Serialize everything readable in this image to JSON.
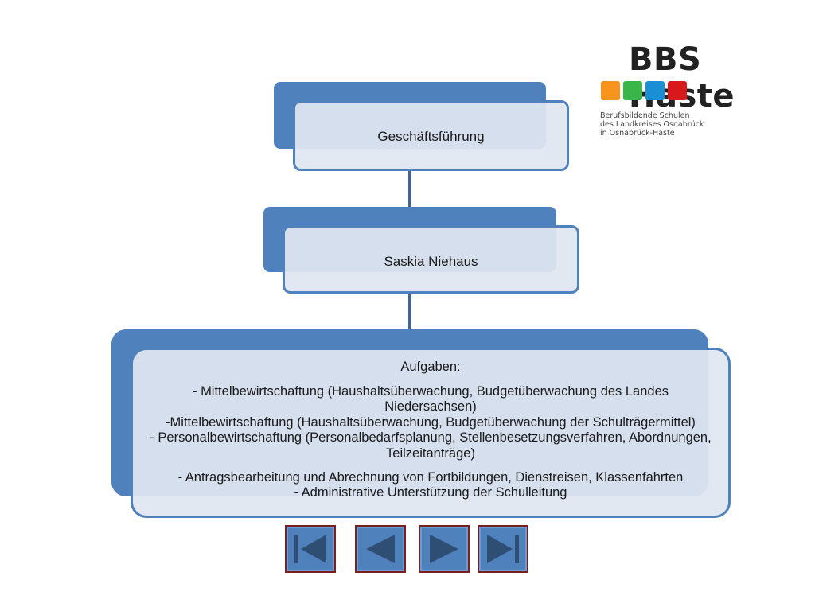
{
  "logo": {
    "title": "BBS Haste",
    "subtitle": [
      "Berufsbildende Schulen",
      "des Landkreises Osnabrück",
      "in Osnabrück-Haste"
    ],
    "square_colors": [
      "#f7941d",
      "#39b54a",
      "#1b8fd6",
      "#d7191c"
    ]
  },
  "colors": {
    "accent": "#4f81bd",
    "connector": "#3f6592",
    "box_fill": "#e0e6f0"
  },
  "diagram": {
    "node1": {
      "label": "Geschäftsführung"
    },
    "node2": {
      "label": "Saskia Niehaus"
    },
    "node3": {
      "heading": "Aufgaben:",
      "lines": [
        "- Mittelbewirtschaftung (Haushaltsüberwachung, Budgetüberwachung des Landes Niedersachsen)",
        "-Mittelbewirtschaftung (Haushaltsüberwachung, Budgetüberwachung der Schulträgermittel)",
        "- Personalbewirtschaftung (Personalbedarfsplanung, Stellenbesetzungsverfahren, Abordnungen, Teilzeitanträge)",
        "- Antragsbearbeitung und Abrechnung von Fortbildungen, Dienstreisen, Klassenfahrten",
        "- Administrative Unterstützung der Schulleitung"
      ]
    }
  },
  "navigation": {
    "buttons": [
      {
        "icon": "first-slide-icon"
      },
      {
        "icon": "previous-slide-icon"
      },
      {
        "icon": "next-slide-icon"
      },
      {
        "icon": "last-slide-icon"
      }
    ]
  }
}
